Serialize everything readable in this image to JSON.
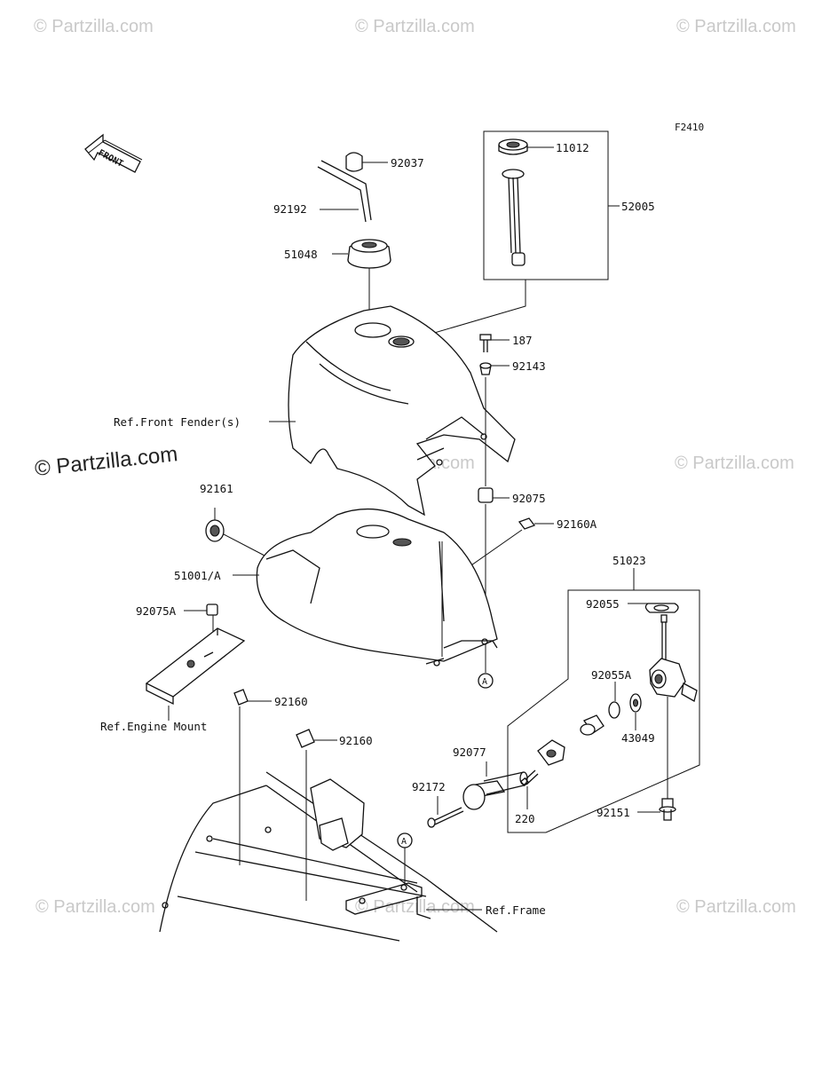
{
  "figure_code": "F2410",
  "front_arrow_label": "FRONT",
  "watermark": {
    "main": "© Partzilla.com",
    "repeat": "© Partzilla.com"
  },
  "callouts": {
    "ref_marker": "A",
    "p92037": "92037",
    "p92192": "92192",
    "p51048": "51048",
    "p11012": "11012",
    "p52005": "52005",
    "p187": "187",
    "p92143": "92143",
    "ref_front_fender": "Ref.Front Fender(s)",
    "p92161": "92161",
    "p92075": "92075",
    "p92160A": "92160A",
    "p51001A": "51001/A",
    "p51023": "51023",
    "p92075A": "92075A",
    "p92055": "92055",
    "p92055A": "92055A",
    "p43049": "43049",
    "ref_engine_mount": "Ref.Engine Mount",
    "p92160_a": "92160",
    "p92160_b": "92160",
    "p92077": "92077",
    "p92172": "92172",
    "p220": "220",
    "p92151": "92151",
    "ref_frame": "Ref.Frame"
  }
}
